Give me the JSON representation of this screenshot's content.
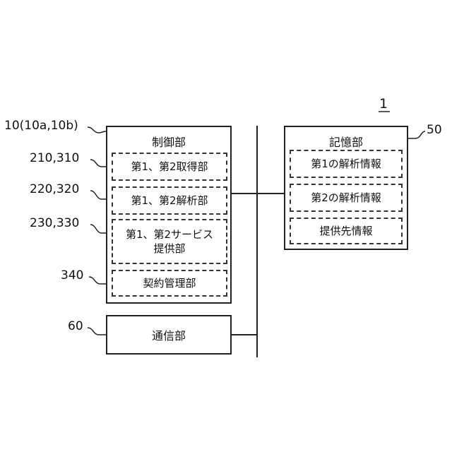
{
  "figure_number": "1",
  "control_unit": {
    "ref": "10(10a,10b)",
    "title": "制御部",
    "blocks": [
      {
        "ref": "210,310",
        "label": "第1、第2取得部"
      },
      {
        "ref": "220,320",
        "label": "第1、第2解析部"
      },
      {
        "ref": "230,330",
        "label_line1": "第1、第2サービス",
        "label_line2": "提供部"
      },
      {
        "ref": "340",
        "label": "契約管理部"
      }
    ]
  },
  "communication_unit": {
    "ref": "60",
    "label": "通信部"
  },
  "storage_unit": {
    "ref": "50",
    "title": "記憶部",
    "blocks": [
      {
        "label": "第1の解析情報"
      },
      {
        "label": "第2の解析情報"
      },
      {
        "label": "提供先情報"
      }
    ]
  }
}
